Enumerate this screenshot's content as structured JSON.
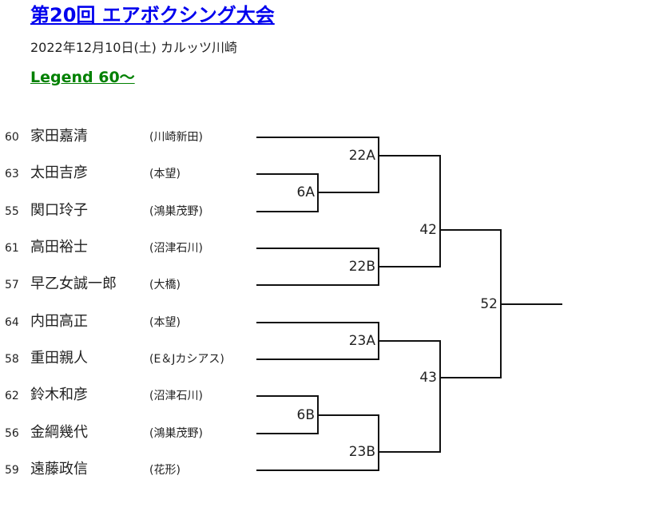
{
  "header": {
    "title": "第20回 エアボクシング大会",
    "subtitle": "2022年12月10日(土)  カルッツ川崎",
    "category": "Legend 60～"
  },
  "entries": [
    {
      "seed": "60",
      "name": "家田嘉清",
      "team": "(川崎新田)"
    },
    {
      "seed": "63",
      "name": "太田吉彦",
      "team": "(本望)"
    },
    {
      "seed": "55",
      "name": "関口玲子",
      "team": "(鴻巣茂野)"
    },
    {
      "seed": "61",
      "name": "高田裕士",
      "team": "(沼津石川)"
    },
    {
      "seed": "57",
      "name": "早乙女誠一郎",
      "team": "(大橋)"
    },
    {
      "seed": "64",
      "name": "内田高正",
      "team": "(本望)"
    },
    {
      "seed": "58",
      "name": "重田親人",
      "team": "(E＆Jカシアス)"
    },
    {
      "seed": "62",
      "name": "鈴木和彦",
      "team": "(沼津石川)"
    },
    {
      "seed": "56",
      "name": "金綱幾代",
      "team": "(鴻巣茂野)"
    },
    {
      "seed": "59",
      "name": "遠藤政信",
      "team": "(花形)"
    }
  ],
  "matches": {
    "m6A": "6A",
    "m22A": "22A",
    "m22B": "22B",
    "m23A": "23A",
    "m6B": "6B",
    "m23B": "23B",
    "m42": "42",
    "m43": "43",
    "m52": "52"
  }
}
